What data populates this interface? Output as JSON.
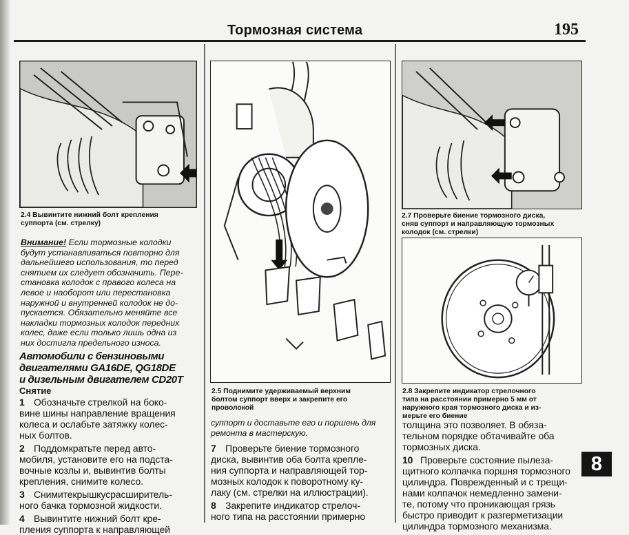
{
  "header": {
    "title": "Тормозная система",
    "page_number": "195"
  },
  "left_column": {
    "caption": [
      "2.4 Вывинтите нижний болт крепления",
      "суппорта (см. стрелку)"
    ],
    "warning": {
      "label": "Внимание!",
      "first_rest": " Если тормозные колодки",
      "lines": [
        "будут устанавливаться повторно для",
        "дальнейшего использования, то перед",
        "снятием их следует обозначить. Пере-",
        "становка колодок с правого колеса на",
        "левое и наоборот или перестановка",
        "наружной и внутренней колодок не до-",
        "пускается. Обязательно меняйте все",
        "накладки тормозных колодок передних",
        "колес, даже если только лишь одна из",
        "них достигла предельного износа."
      ]
    },
    "section_heading": [
      "Автомобили с бензиновыми",
      "двигателями GA16DE, QG18DE",
      "и дизельным двигателем CD20T"
    ],
    "subheading": "Снятие",
    "steps": [
      {
        "num": "1",
        "first": "Обозначьте стрелкой на боко-",
        "lines": [
          "вине шины направление вращения",
          "колеса и ослабьте затяжку колес-",
          "ных болтов."
        ]
      },
      {
        "num": "2",
        "first": "Поддомкратьте перед авто-",
        "lines": [
          "мобиля, установите его на подста-",
          "вочные козлы и, вывинтив болты",
          "крепления, снимите колесо."
        ]
      },
      {
        "num": "3",
        "first": "Снимитекрышкусрасширитель-",
        "lines": [
          "ного бачка тормозной жидкости."
        ]
      },
      {
        "num": "4",
        "first": "Вывинтите нижний болт кре-",
        "lines": [
          "пления суппорта к направляющей"
        ]
      }
    ]
  },
  "middle_column": {
    "caption": [
      "2.5 Поднимите удерживаемый верхним",
      "болтом суппорт вверх и закрепите его",
      "проволокой"
    ],
    "continuation": [
      "суппорт и доставьте его и поршень для",
      "ремонта в мастерскую."
    ],
    "steps": [
      {
        "num": "7",
        "first": "Проверьте биение тормозного",
        "lines": [
          "диска, вывинтив оба болта крепле-",
          "ния суппорта и направляющей тор-",
          "мозных колодок к поворотному ку-",
          "лаку (см. стрелки на иллюстрации)."
        ]
      },
      {
        "num": "8",
        "first": "Закрепите индикатор стрелоч-",
        "lines": [
          "ного типа на расстоянии примерно"
        ]
      }
    ]
  },
  "right_column": {
    "caption_top": [
      "2.7 Проверьте биение тормозного диска,",
      "сняв суппорт и направляющую тормозных",
      "колодок (см. стрелки)"
    ],
    "caption_bottom": [
      "2.8 Закрепите индикатор стрелочного",
      "типа на расстоянии примерно 5 мм от",
      "наружного края тормозного диска и из-",
      "мерьте его биение"
    ],
    "continuation": [
      "толщина это позволяет. В обяза-",
      "тельном порядке обтачивайте оба",
      "тормозных диска."
    ],
    "steps": [
      {
        "num": "10",
        "first": "Проверьте состояние пылеза-",
        "lines": [
          "щитного колпачка поршня тормозного",
          "цилиндра. Поврежденный и с трещи-",
          "нами колпачок немедленно замени-",
          "те, потому что проникающая грязь",
          "быстро приводит к разгерметизации",
          "цилиндра тормозного механизма."
        ]
      }
    ]
  },
  "chapter_tab": "8"
}
